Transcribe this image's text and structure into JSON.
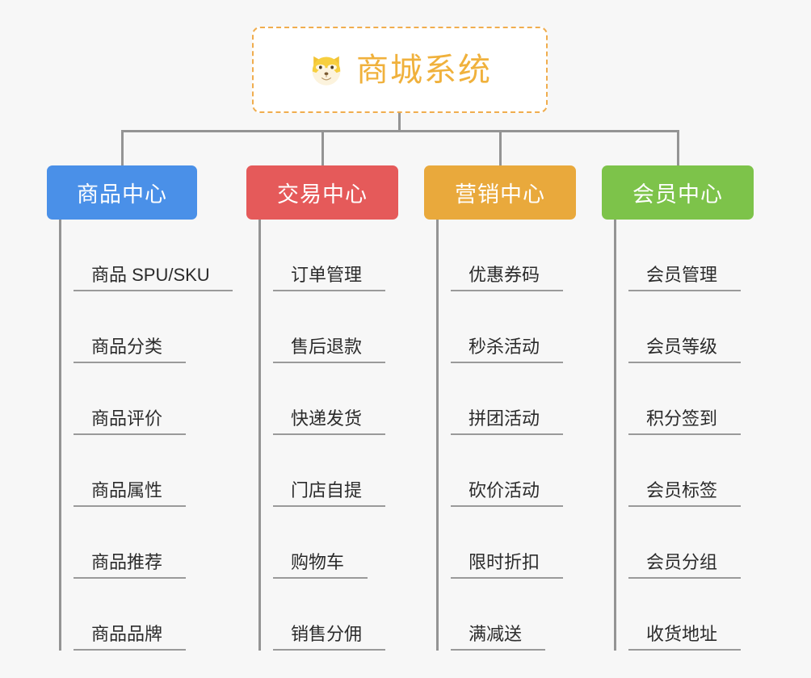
{
  "background_color": "#f7f7f7",
  "root": {
    "title": "商城系统",
    "icon": "dog-face-icon",
    "text_color": "#f0b13c",
    "border_color": "#f0ad4e",
    "fill_color": "#ffffff"
  },
  "connector_color": "#949494",
  "columns": [
    {
      "id": "product-center",
      "label": "商品中心",
      "color": "#4a90e8",
      "items": [
        "商品 SPU/SKU",
        "商品分类",
        "商品评价",
        "商品属性",
        "商品推荐",
        "商品品牌"
      ]
    },
    {
      "id": "trade-center",
      "label": "交易中心",
      "color": "#e55a5a",
      "items": [
        "订单管理",
        "售后退款",
        "快递发货",
        "门店自提",
        "购物车",
        "销售分佣"
      ]
    },
    {
      "id": "marketing-center",
      "label": "营销中心",
      "color": "#e9a93c",
      "items": [
        "优惠券码",
        "秒杀活动",
        "拼团活动",
        "砍价活动",
        "限时折扣",
        "满减送"
      ]
    },
    {
      "id": "member-center",
      "label": "会员中心",
      "color": "#7dc34a",
      "items": [
        "会员管理",
        "会员等级",
        "积分签到",
        "会员标签",
        "会员分组",
        "收货地址"
      ]
    }
  ]
}
